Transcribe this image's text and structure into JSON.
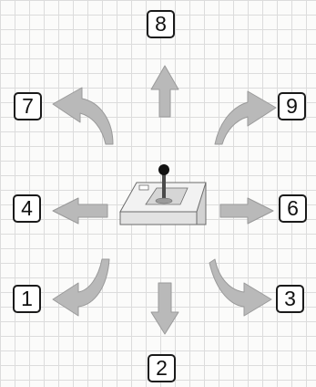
{
  "keys": {
    "n8": "8",
    "n7": "7",
    "n9": "9",
    "n4": "4",
    "n6": "6",
    "n1": "1",
    "n3": "3",
    "n2": "2"
  },
  "colors": {
    "arrow_fill": "#b9b9b9",
    "arrow_edge": "#9a9a9a",
    "joystick_base": "#f2f2f2",
    "joystick_outline": "#6b6b6b",
    "key_border": "#1a1a1a"
  },
  "icons": {
    "center": "joystick-icon"
  }
}
